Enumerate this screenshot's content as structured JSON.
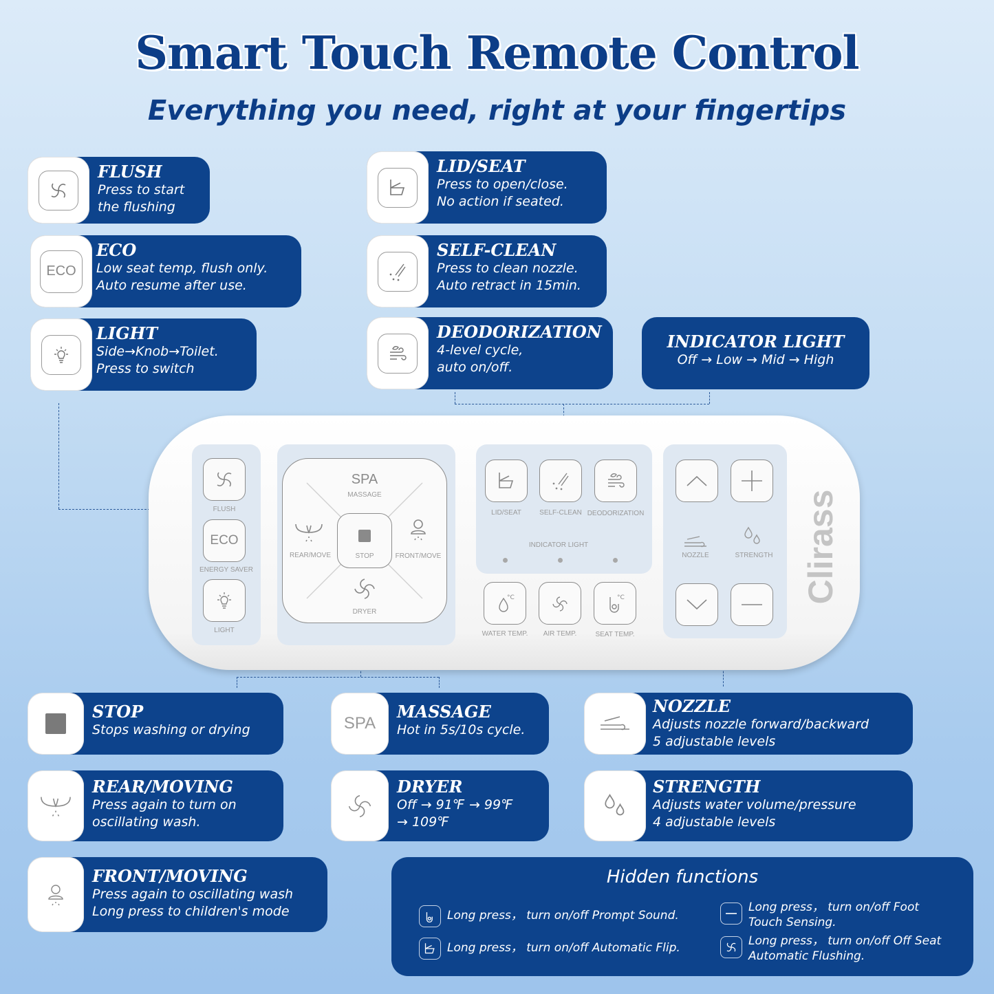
{
  "header": {
    "title": "Smart Touch Remote Control",
    "subtitle": "Everything you need, right at your fingertips"
  },
  "cards": {
    "flush": {
      "title": "FLUSH",
      "line1": "Press to start",
      "line2": "the flushing",
      "icon": "flush-swirl-icon"
    },
    "eco": {
      "title": "ECO",
      "line1": "Low seat temp, flush only.",
      "line2": "Auto resume after use.",
      "icon_text": "ECO"
    },
    "light": {
      "title": "LIGHT",
      "line1": "Side→Knob→Toilet.",
      "line2": "Press to switch",
      "icon": "bulb-icon"
    },
    "lid": {
      "title": "LID/SEAT",
      "line1": "Press to open/close.",
      "line2": "No action if seated.",
      "icon": "lid-seat-icon"
    },
    "selfclean": {
      "title": "SELF-CLEAN",
      "line1": "Press to clean nozzle.",
      "line2": "Auto retract in 15min.",
      "icon": "sparkle-wand-icon"
    },
    "deodor": {
      "title": "DEODORIZATION",
      "line1": "4-level cycle,",
      "line2": "auto on/off.",
      "icon": "leaf-wind-icon"
    },
    "indicator": {
      "title": "INDICATOR LIGHT",
      "line1": "Off → Low → Mid → High"
    },
    "stop": {
      "title": "STOP",
      "line1": "Stops washing or drying",
      "icon": "stop-square-icon"
    },
    "massage": {
      "title": "MASSAGE",
      "line1": "Hot in 5s/10s cycle.",
      "icon_text": "SPA"
    },
    "nozzle": {
      "title": "NOZZLE",
      "line1": "Adjusts nozzle forward/backward",
      "line2": "5 adjustable levels",
      "icon": "nozzle-icon"
    },
    "rear": {
      "title": "REAR/MOVING",
      "line1": "Press again to turn on",
      "line2": "oscillating wash.",
      "icon": "rear-wash-icon"
    },
    "dryer": {
      "title": "DRYER",
      "line1": "Off → 91℉ → 99℉",
      "line2": "→ 109℉",
      "icon": "fan-icon"
    },
    "strength": {
      "title": "STRENGTH",
      "line1": "Adjusts water volume/pressure",
      "line2": "4 adjustable levels",
      "icon": "water-drops-icon"
    },
    "front": {
      "title": "FRONT/MOVING",
      "line1": "Press again to oscillating wash",
      "line2": "Long press to children's mode",
      "icon": "front-wash-icon"
    }
  },
  "remote": {
    "brand": "Clirass",
    "labels": {
      "flush": "FLUSH",
      "eco": "ECO",
      "energy": "ENERGY SAVER",
      "light": "LIGHT",
      "spa": "SPA",
      "massage": "MASSAGE",
      "rear": "REAR/MOVE",
      "stop": "STOP",
      "front": "FRONT/MOVE",
      "dryer": "DRYER",
      "lid": "LID/SEAT",
      "selfclean": "SELF-CLEAN",
      "deodor": "DEODORIZATION",
      "indicator": "INDICATOR LIGHT",
      "water": "WATER TEMP.",
      "air": "AIR TEMP.",
      "seat": "SEAT TEMP.",
      "nozzle": "NOZZLE",
      "strength": "STRENGTH"
    }
  },
  "hidden": {
    "title": "Hidden functions",
    "items": [
      {
        "text1": "Long press， turn on/off Prompt Sound.",
        "text2": "",
        "icon": "seat-temp-icon"
      },
      {
        "text1": "Long press， turn on/off Foot",
        "text2": "Touch Sensing.",
        "icon": "minus-icon"
      },
      {
        "text1": "Long press， turn on/off Automatic Flip.",
        "text2": "",
        "icon": "lid-seat-icon"
      },
      {
        "text1": "Long press， turn on/off Off Seat",
        "text2": "Automatic Flushing.",
        "icon": "flush-swirl-icon"
      }
    ]
  }
}
